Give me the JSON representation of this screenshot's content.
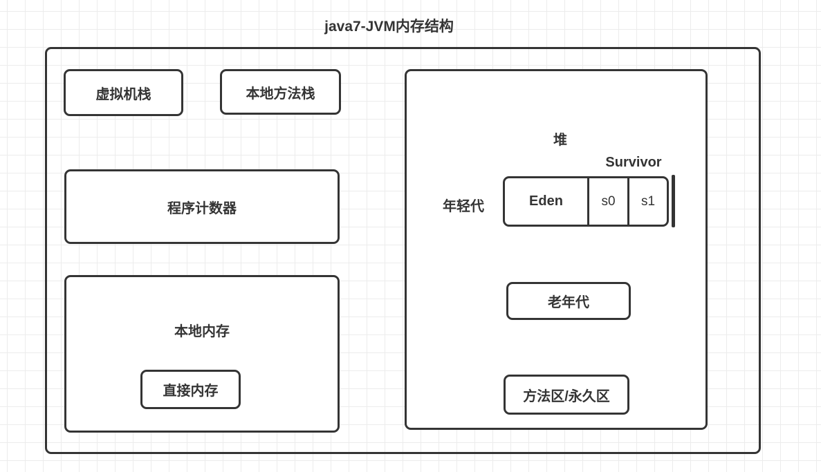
{
  "title": "java7-JVM内存结构",
  "colors": {
    "stroke": "#343434",
    "grid": "#ececec",
    "background": "#ffffff",
    "box_fill": "#ffffff"
  },
  "nodes": {
    "vm_stack": "虚拟机栈",
    "native_method_stack": "本地方法栈",
    "program_counter": "程序计数器",
    "native_memory": "本地内存",
    "direct_memory": "直接内存"
  },
  "heap": {
    "label": "堆",
    "survivor": "Survivor",
    "young_gen": "年轻代",
    "eden": "Eden",
    "s0": "s0",
    "s1": "s1",
    "old_gen": "老年代",
    "method_area": "方法区/永久区"
  }
}
